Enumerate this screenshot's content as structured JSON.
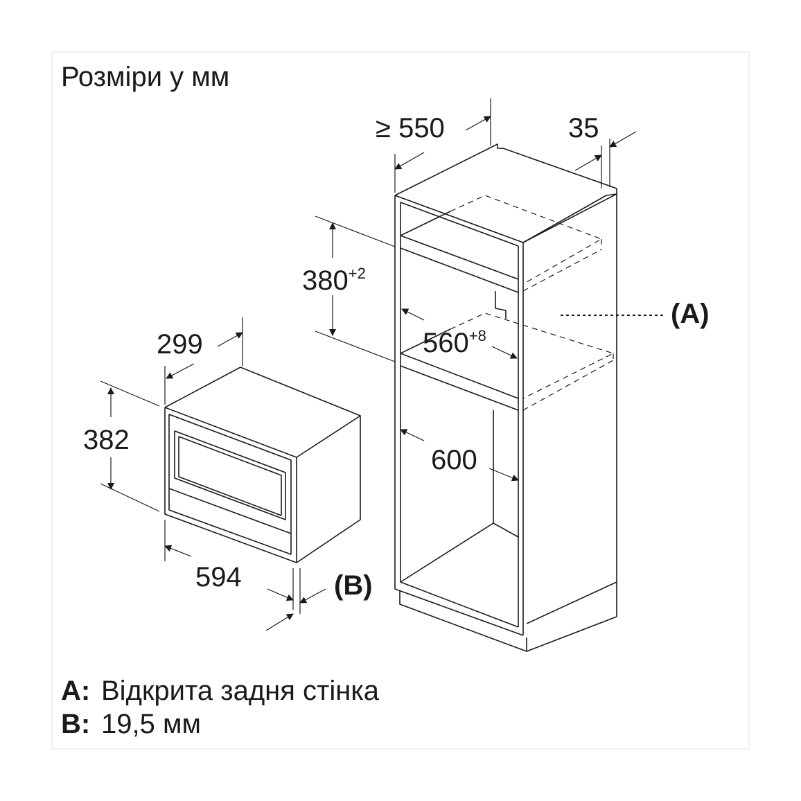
{
  "title": "Розміри у мм",
  "dimensions": {
    "cabinet_depth": "≥ 550",
    "cabinet_side": "35",
    "niche_height_base": "380",
    "niche_height_tol": "+2",
    "niche_width_base": "560",
    "niche_width_tol": "+8",
    "cabinet_width": "600",
    "device_depth": "299",
    "device_height": "382",
    "device_width": "594"
  },
  "callouts": {
    "a": "(A)",
    "b": "(B)"
  },
  "legend": [
    {
      "key": "A:",
      "text": "Відкрита задня стінка"
    },
    {
      "key": "B:",
      "text": "19,5 мм"
    }
  ]
}
